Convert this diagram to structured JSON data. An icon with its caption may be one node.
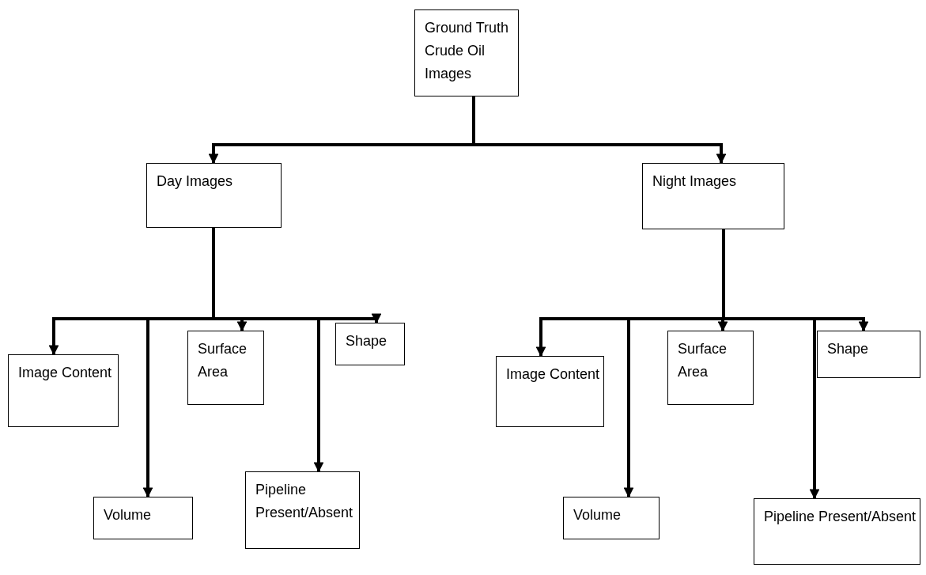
{
  "diagram": {
    "nodes": [
      {
        "text": [
          "Ground Truth Crude Oil Images"
        ]
      },
      {
        "text": [
          "Day Images"
        ]
      },
      {
        "text": [
          "Night Images"
        ]
      },
      {
        "text": [
          "Image Content"
        ]
      },
      {
        "text": [
          "Volume"
        ]
      },
      {
        "text": [
          "Surface Area"
        ]
      },
      {
        "text": [
          "Shape"
        ]
      },
      {
        "text": [
          "Pipeline Present/Absent"
        ]
      },
      {
        "text": [
          "Image Content"
        ]
      },
      {
        "text": [
          "Volume"
        ]
      },
      {
        "text": [
          "Surface Area"
        ]
      },
      {
        "text": [
          "Shape"
        ]
      },
      {
        "text": [
          "Pipeline Present/Absent"
        ]
      }
    ],
    "edges": [
      {
        "from": 0,
        "to": 1,
        "arrow": "to"
      },
      {
        "from": 0,
        "to": 2,
        "arrow": "to"
      },
      {
        "from": 1,
        "to": 3,
        "arrow": "to"
      },
      {
        "from": 1,
        "to": 4,
        "arrow": "to"
      },
      {
        "from": 1,
        "to": 5,
        "arrow": "to"
      },
      {
        "from": 1,
        "to": 7,
        "arrow": "to"
      },
      {
        "from": 1,
        "to": 6,
        "arrow": "to"
      },
      {
        "from": 2,
        "to": 8,
        "arrow": "to"
      },
      {
        "from": 2,
        "to": 9,
        "arrow": "to"
      },
      {
        "from": 2,
        "to": 10,
        "arrow": "to"
      },
      {
        "from": 2,
        "to": 12,
        "arrow": "to"
      },
      {
        "from": 2,
        "to": 11,
        "arrow": "to"
      }
    ]
  }
}
